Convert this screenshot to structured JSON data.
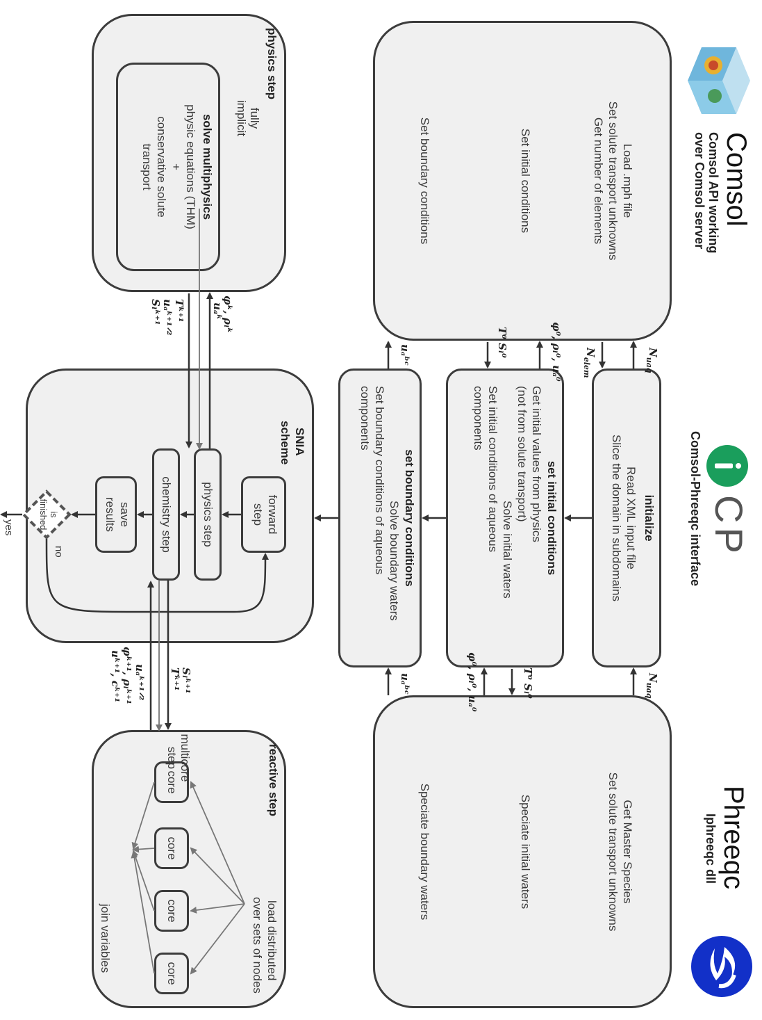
{
  "comsol": {
    "title": "Comsol",
    "subtitle_line1": "Comsol API working",
    "subtitle_line2": "over Comsol server",
    "top_lines": [
      "Load .mph file",
      "Set solute transport unknowns",
      "Get number of elements"
    ],
    "middle_line": "Set initial conditions",
    "bottom_line": "Set boundary conditions"
  },
  "icp": {
    "logo_text": "CP",
    "subtitle": "Comsol-Phreeqc interface"
  },
  "phreeqc": {
    "title": "Phreeqc",
    "subtitle": "Iphreeqc dll",
    "top_lines": [
      "Get Master Species",
      "Set solute transport unknowns"
    ],
    "middle_line": "Speciate initial waters",
    "bottom_line": "Speciate boundary waters"
  },
  "initialize": {
    "title": "initialize",
    "lines": [
      "Read XML input file",
      "Slice the domain in subdomains"
    ]
  },
  "set_initial": {
    "title": "set initial conditions",
    "lines": [
      "Get initial values from physics",
      "(not from solute transport)",
      "Solve initial waters",
      "Set initial conditions of aqueous",
      "components"
    ]
  },
  "set_boundary": {
    "title": "set boundary conditions",
    "lines": [
      "Solve boundary waters",
      "Set boundary conditions of aqueous",
      "components"
    ]
  },
  "physics": {
    "title": "physics step",
    "implicit_line1": "fully",
    "implicit_line2": "implicit",
    "solve_title": "solve multiphysics",
    "solve_lines": [
      "physic equations (THM)",
      "+",
      "conservative solute",
      "transport"
    ]
  },
  "snia": {
    "title_line1": "SNIA",
    "title_line2": "scheme",
    "forward_line1": "forward",
    "forward_line2": "step",
    "physics_step": "physics step",
    "chemistry_step": "chemistry step",
    "save_line1": "save",
    "save_line2": "results",
    "finished_line1": "is",
    "finished_line2": "finished",
    "yes": "yes",
    "no": "no"
  },
  "reactive": {
    "title": "reactive step",
    "load_line1": "load distributed",
    "load_line2": "over sets of nodes",
    "cores": [
      "core",
      "core",
      "core",
      "core"
    ],
    "join": "join variables",
    "multicore_line1": "multicore",
    "multicore_line2": "step"
  },
  "labels": {
    "n_uaq_left": "N",
    "n_uaq_left_sub": "uaq",
    "n_elem": "N",
    "n_elem_sub": "elem",
    "phi0_left": "φ⁰, ρₗ⁰, uₐ⁰",
    "t0_left": "T⁰  Sₗ⁰",
    "ubc_left": "uₐᵇᶜ",
    "n_uaq_right": "N",
    "n_uaq_right_sub": "uaq",
    "t0_right": "T⁰  Sₗ⁰",
    "phi0_right": "φ⁰, ρₗ⁰, uₐ⁰",
    "ubc_right": "uₐᵇᶜ",
    "phys_in_1": "φᵏ, ρₗᵏ",
    "phys_in_2": "uₐᵏ",
    "phys_out_1": "Tᵏ⁺¹",
    "phys_out_2": "uₐᵏ⁺¹ᐟ²",
    "phys_out_3": "Sₗᵏ⁺¹",
    "chem_out_1": "Sₗᵏ⁺¹",
    "chem_out_2": "Tᵏ⁺¹",
    "chem_out_3": "uₐᵏ⁺¹ᐟ²",
    "chem_in_1": "φᵏ⁺¹, ρₗᵏ⁺¹",
    "chem_in_2": "uᵏ⁺¹, cᵏ⁺¹"
  },
  "colors": {
    "box_fill": "#f0f0f0",
    "border": "#3c3c3c",
    "icp_green": "#1a9e5c",
    "phreeqc_blue": "#1230c8"
  },
  "icons": {
    "comsol_logo": "comsol-cube-icon",
    "icp_logo": "icp-i-icon",
    "phreeqc_logo": "phreeqc-swirl-icon"
  }
}
